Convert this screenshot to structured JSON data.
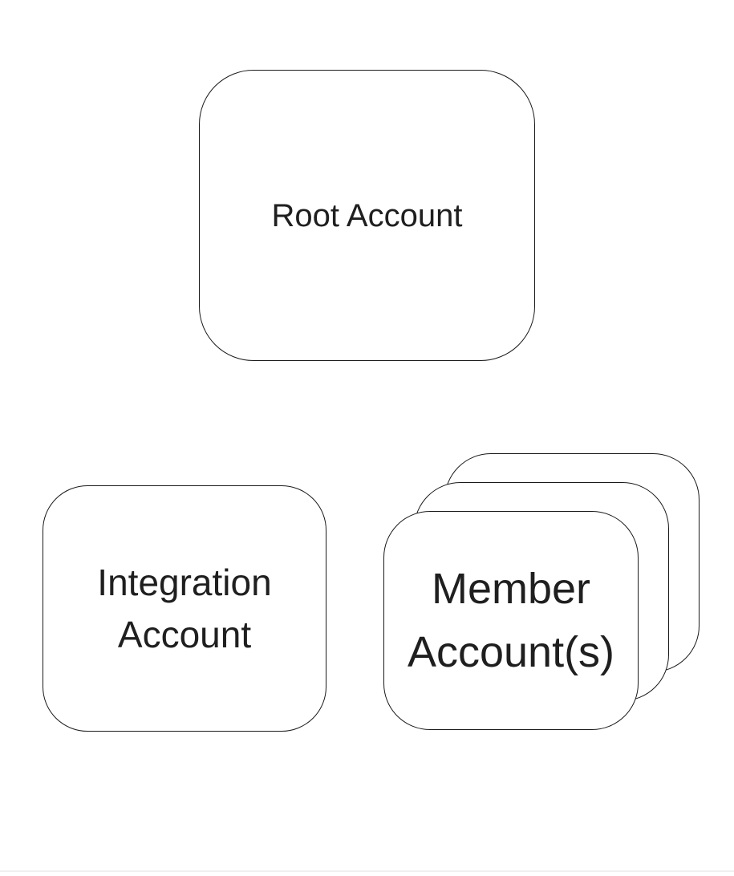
{
  "page": {
    "background_color": "#ffffff",
    "divider_color": "#f0f0f0"
  },
  "style": {
    "node_border_color": "#1a1a1a",
    "node_fill_color": "#ffffff",
    "text_color": "#1f1f1f"
  },
  "nodes": {
    "root": {
      "label": "Root Account"
    },
    "integration": {
      "line1": "Integration",
      "line2": "Account"
    },
    "member": {
      "line1": "Member",
      "line2": "Account(s)",
      "stack_count": 3
    }
  }
}
